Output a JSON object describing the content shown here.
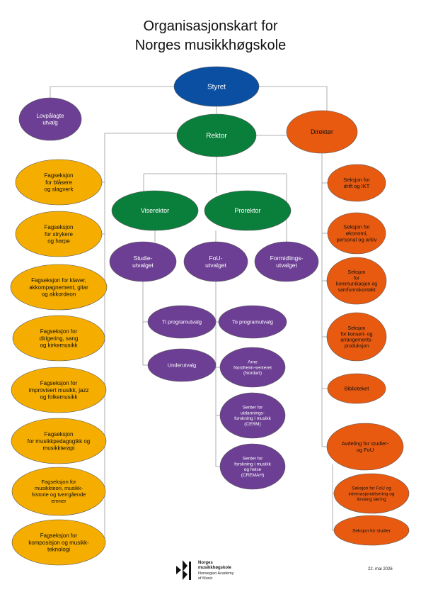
{
  "title": {
    "line1": "Organisasjonskart for",
    "line2": "Norges musikkhøgskole"
  },
  "colors": {
    "blue": "#0b4fa3",
    "green": "#0a7f3b",
    "orange": "#e85a10",
    "yellow": "#f5ad00",
    "purple": "#6c3e94",
    "connector": "#999999"
  },
  "nodes": {
    "styret": {
      "lines": [
        "Styret"
      ],
      "color": "blue"
    },
    "lovpalagte": {
      "lines": [
        "Lovpålagte",
        "utvalg"
      ],
      "color": "purple"
    },
    "rektor": {
      "lines": [
        "Rektor"
      ],
      "color": "green"
    },
    "direktor": {
      "lines": [
        "Direktør"
      ],
      "color": "orange"
    },
    "viserektor": {
      "lines": [
        "Viserektor"
      ],
      "color": "green"
    },
    "prorektor": {
      "lines": [
        "Prorektor"
      ],
      "color": "green"
    },
    "studieutvalget": {
      "lines": [
        "Studie-",
        "utvalget"
      ],
      "color": "purple"
    },
    "fou_utvalget": {
      "lines": [
        "FoU-",
        "utvalget"
      ],
      "color": "purple"
    },
    "formidlingsutvalget": {
      "lines": [
        "Formidlings-",
        "utvalget"
      ],
      "color": "purple"
    },
    "ti_programutvalg": {
      "lines": [
        "Ti programutvalg"
      ],
      "color": "purple"
    },
    "underutvalg": {
      "lines": [
        "Underutvalg"
      ],
      "color": "purple"
    },
    "to_programutvalg": {
      "lines": [
        "To programutvalg"
      ],
      "color": "purple"
    },
    "arne_nordheim": {
      "lines": [
        "Arne",
        "Nordheim-senteret",
        "(Nordart)"
      ],
      "color": "purple"
    },
    "cerm": {
      "lines": [
        "Senter for",
        "utdannings-",
        "forskning i musikk",
        "(CERM)"
      ],
      "color": "purple"
    },
    "cremah": {
      "lines": [
        "Senter for",
        "forskning i musikk",
        "og helse",
        "(CREMAH)"
      ],
      "color": "purple"
    },
    "fag_blasere": {
      "lines": [
        "Fagseksjon",
        "for blåsere",
        "og slagverk"
      ],
      "color": "yellow"
    },
    "fag_strykere": {
      "lines": [
        "Fagseksjon",
        "for strykere",
        "og harpe"
      ],
      "color": "yellow"
    },
    "fag_klaver": {
      "lines": [
        "Fagseksjon for klaver,",
        "akkompagnement, gitar",
        "og akkordeon"
      ],
      "color": "yellow"
    },
    "fag_dirigering": {
      "lines": [
        "Fagseksjon for",
        "dirigering, sang",
        "og kirkemusikk"
      ],
      "color": "yellow"
    },
    "fag_improvisert": {
      "lines": [
        "Fagseksjon for",
        "improvisert musikk, jazz",
        "og folkemusikk"
      ],
      "color": "yellow"
    },
    "fag_pedagogikk": {
      "lines": [
        "Fagseksjon",
        "for musikkpedagogikk og",
        "musikkterapi"
      ],
      "color": "yellow"
    },
    "fag_teori": {
      "lines": [
        "Fagseksjon for",
        "musikkteori, musikk-",
        "historie og tverrgående",
        "emner"
      ],
      "color": "yellow"
    },
    "fag_komposisjon": {
      "lines": [
        "Fagseksjon for",
        "komposisjon og musikk-",
        "teknologi"
      ],
      "color": "yellow"
    },
    "sek_drift": {
      "lines": [
        "Seksjon for",
        "drift og IKT"
      ],
      "color": "orange"
    },
    "sek_okonomi": {
      "lines": [
        "Seksjon for",
        "økonomi,",
        "personal og arkiv"
      ],
      "color": "orange"
    },
    "sek_kommunikasjon": {
      "lines": [
        "Seksjon",
        "for",
        "kommunikasjon og",
        "samfunnskontakt"
      ],
      "color": "orange"
    },
    "sek_konsert": {
      "lines": [
        "Seksjon",
        "for konsert- og",
        "arrangements-",
        "produksjon"
      ],
      "color": "orange"
    },
    "biblioteket": {
      "lines": [
        "Biblioteket"
      ],
      "color": "orange"
    },
    "avd_studier_fou": {
      "lines": [
        "Avdeling for studier-",
        "og FoU"
      ],
      "color": "orange"
    },
    "sek_fou_intern": {
      "lines": [
        "Seksjon for FoU og",
        "internasjonalisering og",
        "livslang læring"
      ],
      "color": "orange"
    },
    "sek_studier": {
      "lines": [
        "Seksjon for studier"
      ],
      "color": "orange"
    }
  },
  "footer": {
    "logo_text_bold": "Norges",
    "logo_text_bold2": "musikkhøgskole",
    "logo_text_en1": "Norwegian Academy",
    "logo_text_en2": "of Music",
    "date": "22. mai 2026"
  }
}
